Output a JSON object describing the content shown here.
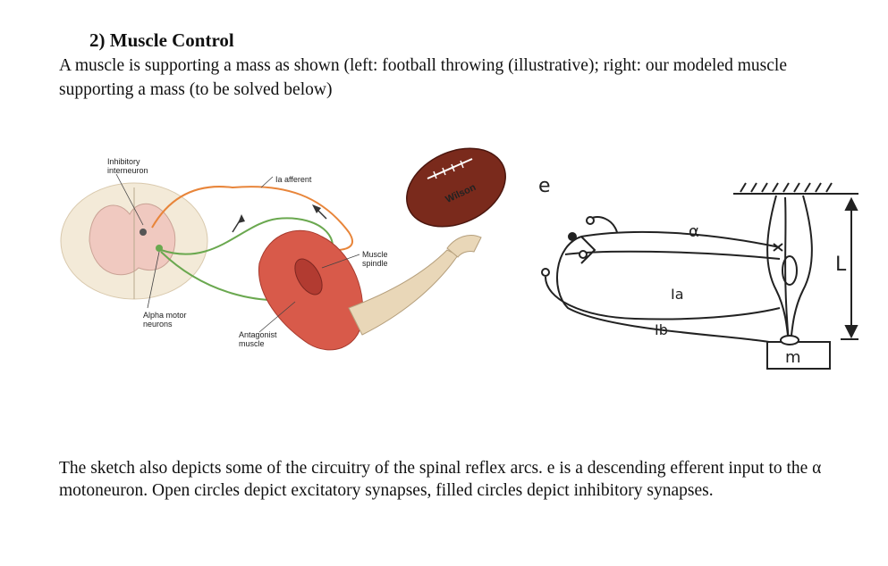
{
  "heading": "2)   Muscle Control",
  "intro": "A muscle is supporting a mass as shown (left: football throwing (illustrative); right: our modeled muscle supporting a mass (to be solved below)",
  "left_figure": {
    "label_inhibitory_1": "Inhibitory",
    "label_inhibitory_2": "interneuron",
    "label_ia_afferent": "Ia afferent",
    "label_spindle_1": "Muscle",
    "label_spindle_2": "spindle",
    "label_alpha_1": "Alpha motor",
    "label_alpha_2": "neurons",
    "label_antagonist_1": "Antagonist",
    "label_antagonist_2": "muscle",
    "ball_brand": "Wilson"
  },
  "right_figure": {
    "label_e": "e",
    "label_alpha": "α",
    "label_ia": "Ia",
    "label_ib": "Ib",
    "label_L": "L",
    "label_m": "m"
  },
  "caption": "The sketch also depicts some of the circuitry of the spinal reflex arcs. e is a descending efferent input to the α motoneuron.  Open circles depict excitatory synapses, filled circles depict inhibitory synapses."
}
